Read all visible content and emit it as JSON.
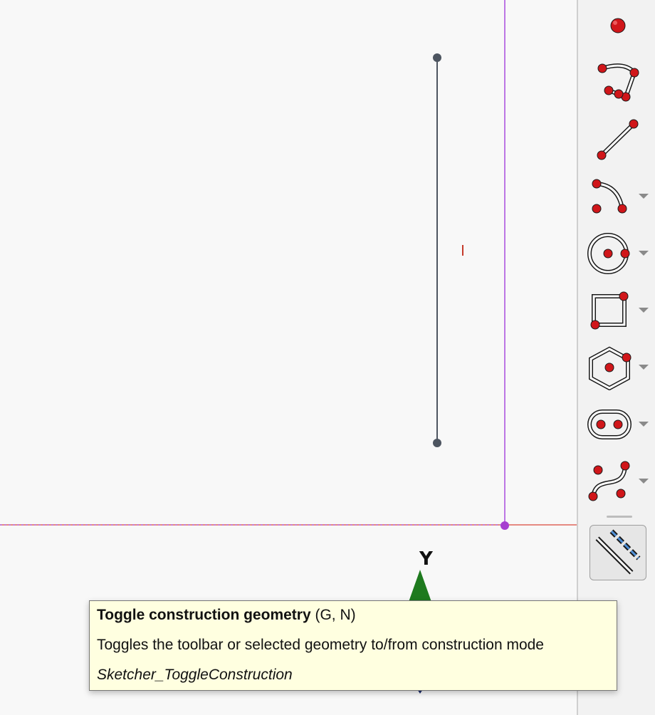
{
  "viewport": {
    "axis_label_y": "Y",
    "colors": {
      "background": "#f8f8f8",
      "x_axis": "#d9483b",
      "y_axis": "#9b30d9",
      "origin_point": "#a63fd0",
      "geometry": "#4d5560",
      "y_arrow": "#1e7a1e",
      "cursor": "#c53a2a"
    }
  },
  "toolbar": {
    "tools": [
      {
        "name": "point",
        "icon": "point-icon",
        "has_dropdown": false
      },
      {
        "name": "polyline",
        "icon": "polyline-icon",
        "has_dropdown": false
      },
      {
        "name": "line",
        "icon": "line-icon",
        "has_dropdown": false
      },
      {
        "name": "arc",
        "icon": "arc-icon",
        "has_dropdown": true
      },
      {
        "name": "circle",
        "icon": "circle-icon",
        "has_dropdown": true
      },
      {
        "name": "rectangle",
        "icon": "rectangle-icon",
        "has_dropdown": true
      },
      {
        "name": "polygon",
        "icon": "hexagon-icon",
        "has_dropdown": true
      },
      {
        "name": "slot",
        "icon": "slot-icon",
        "has_dropdown": true
      },
      {
        "name": "bspline",
        "icon": "bspline-icon",
        "has_dropdown": true
      },
      {
        "name": "toggle-construction",
        "icon": "construction-line-icon",
        "has_dropdown": false
      }
    ],
    "colors": {
      "vertex_red": "#d0161a",
      "outline": "#1a1a1a"
    }
  },
  "tooltip": {
    "title": "Toggle construction geometry",
    "shortcut": "(G, N)",
    "description": "Toggles the toolbar or selected geometry to/from construction mode",
    "command": "Sketcher_ToggleConstruction",
    "background": "#ffffe0"
  }
}
